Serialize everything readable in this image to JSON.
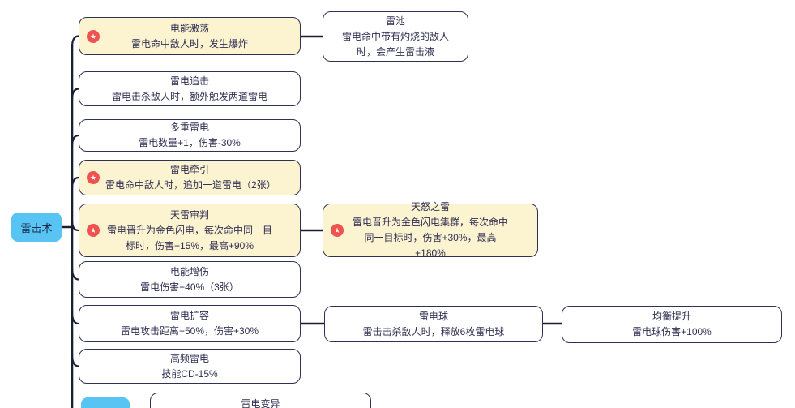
{
  "diagram": {
    "root": {
      "label": "雷击术"
    },
    "icons": {
      "star": "★"
    },
    "colors": {
      "node_border": "#2d3250",
      "yellow_fill": "#fcf3d0",
      "white_fill": "#ffffff",
      "root_fill": "#58c4f3",
      "text": "#2e2e52",
      "badge_red": "#f0534f",
      "connector": "#1b1f33"
    },
    "nodes": [
      {
        "title": "电能激荡",
        "desc": "雷电命中敌人时，发生爆炸"
      },
      {
        "title": "雷池",
        "desc": "雷电命中带有灼烧的敌人时，会产生雷击液"
      },
      {
        "title": "雷电追击",
        "desc": "雷电击杀敌人时，额外触发两道雷电"
      },
      {
        "title": "多重雷电",
        "desc": "雷电数量+1，伤害-30%"
      },
      {
        "title": "雷电牵引",
        "desc": "雷电命中敌人时，追加一道雷电（2张）"
      },
      {
        "title": "天雷审判",
        "desc": "雷电晋升为金色闪电，每次命中同一目标时，伤害+15%，最高+90%"
      },
      {
        "title": "天怒之雷",
        "desc": "雷电晋升为金色闪电集群，每次命中同一目标时，伤害+30%，最高+180%"
      },
      {
        "title": "电能增伤",
        "desc": "雷电伤害+40%（3张）"
      },
      {
        "title": "雷电扩容",
        "desc": "雷电攻击距离+50%，伤害+30%"
      },
      {
        "title": "雷电球",
        "desc": "雷击击杀敌人时，释放6枚雷电球"
      },
      {
        "title": "均衡提升",
        "desc": "雷电球伤害+100%"
      },
      {
        "title": "高频雷电",
        "desc": "技能CD-15%"
      },
      {
        "title": "雷电变异"
      }
    ]
  }
}
